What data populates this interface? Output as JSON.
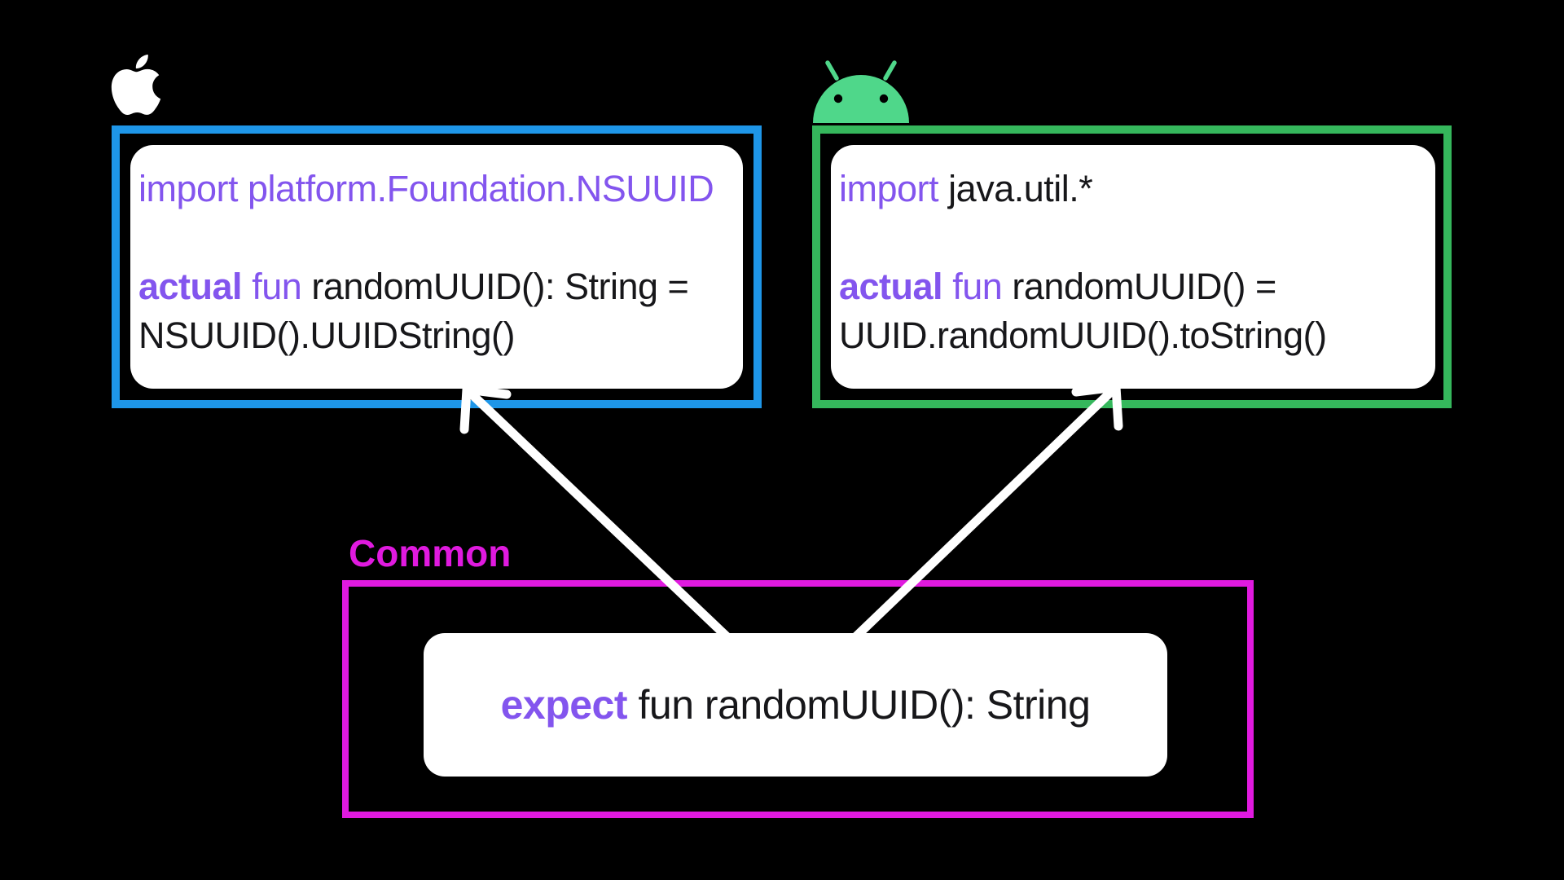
{
  "colors": {
    "background": "#000000",
    "ios_border_blue": "#1E96E8",
    "android_border_green": "#35B75C",
    "android_robot_green": "#4FD78A",
    "common_border_magenta": "#E01ADF",
    "keyword_purple": "#8355EE",
    "code_text": "#17171A",
    "panel_white": "#FFFFFF",
    "arrow_white": "#FFFFFF"
  },
  "ios_section": {
    "icon": "apple-logo",
    "code": {
      "import_line": "import platform.Foundation.NSUUID",
      "actual_keyword": "actual",
      "fun_keyword": "fun",
      "signature_rest": "randomUUID(): String =",
      "body_line": "NSUUID().UUIDString()"
    }
  },
  "android_section": {
    "icon": "android-logo",
    "code": {
      "import_keyword": "import",
      "import_rest": "java.util.*",
      "actual_keyword": "actual",
      "fun_keyword": "fun",
      "signature_rest": "randomUUID() =",
      "body_line": "UUID.randomUUID().toString()"
    }
  },
  "common_section": {
    "label": "Common",
    "code": {
      "expect_keyword": "expect",
      "signature_rest": "fun randomUUID(): String"
    }
  }
}
